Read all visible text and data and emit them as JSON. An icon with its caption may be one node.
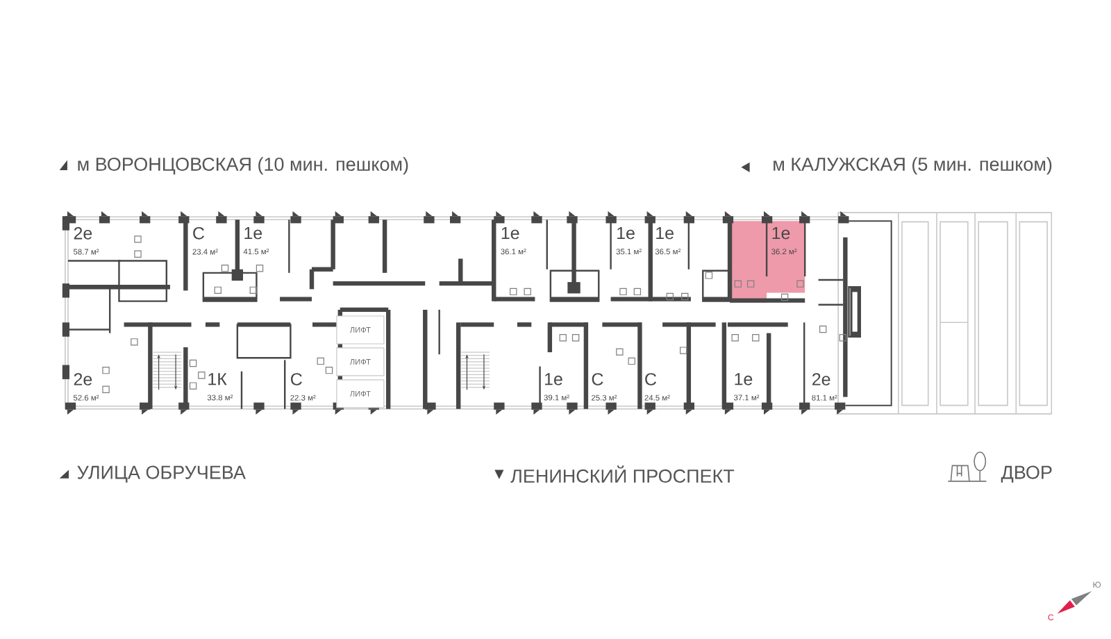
{
  "diagram": {
    "nodes": [
      {
        "text": [
          "2е",
          "58.7 м²"
        ]
      },
      {
        "text": [
          "С",
          "23.4 м²"
        ]
      },
      {
        "text": [
          "1е",
          "41.5 м²"
        ]
      },
      {
        "text": [
          "1е",
          "36.1 м²"
        ]
      },
      {
        "text": [
          "1е",
          "35.1 м²"
        ]
      },
      {
        "text": [
          "1е",
          "36.5 м²"
        ]
      },
      {
        "text": [
          "1е",
          "36.2 м²"
        ]
      },
      {
        "text": [
          "ЛИФТ"
        ]
      },
      {
        "text": [
          "ЛИФТ"
        ]
      },
      {
        "text": [
          "ЛИФТ"
        ]
      },
      {
        "text": [
          "2е",
          "52.6 м²"
        ]
      },
      {
        "text": [
          "1К",
          "33.8 м²"
        ]
      },
      {
        "text": [
          "С",
          "22.3 м²"
        ]
      },
      {
        "text": [
          "1е",
          "39.1 м²"
        ]
      },
      {
        "text": [
          "С",
          "25.3 м²"
        ]
      },
      {
        "text": [
          "С",
          "24.5 м²"
        ]
      },
      {
        "text": [
          "1е",
          "37.1 м²"
        ]
      },
      {
        "text": [
          "2е",
          "81.1 м²"
        ]
      }
    ],
    "labels": [
      "м ВОРОНЦОВСКАЯ (10 мин. пешком)",
      "м КАЛУЖСКАЯ (5 мин. пешком)",
      "УЛИЦА ОБРУЧЕВА",
      "ЛЕНИНСКИЙ ПРОСПЕКТ",
      "ДВОР",
      "Ю",
      "С"
    ]
  }
}
